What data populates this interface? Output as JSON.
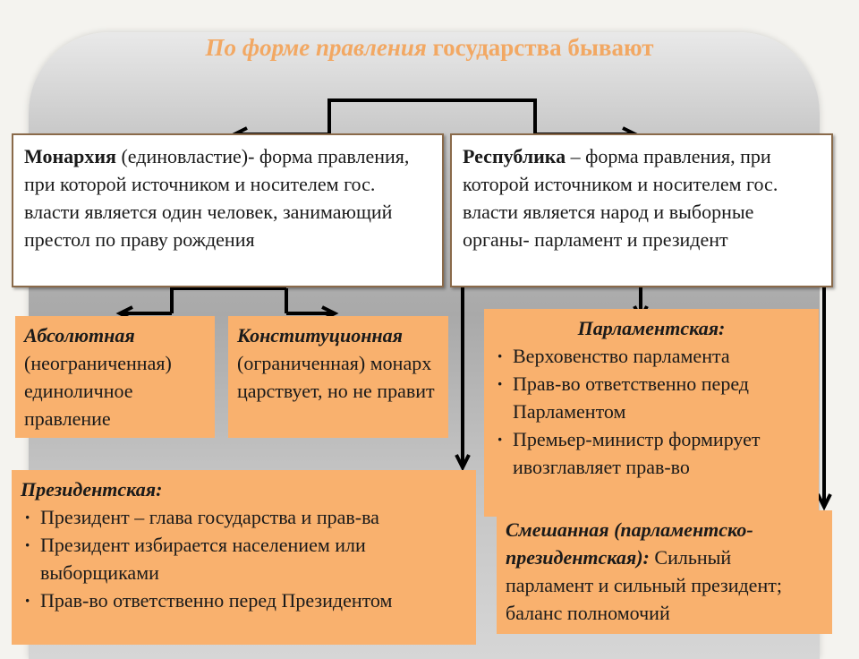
{
  "title": {
    "part1": "По форме правления",
    "part2": " государства бывают"
  },
  "monarchy": {
    "term": "Монархия",
    "definition": " (единовластие)- форма правления, при которой источником и носителем гос. власти является один человек, занимающий престол по праву рождения"
  },
  "republic": {
    "term": "Республика",
    "definition": " – форма правления, при которой источником и носителем гос. власти является народ и выборные органы- парламент и президент"
  },
  "absolute": {
    "term": "Абсолютная",
    "description": "(неограниченная) единоличное правление"
  },
  "constitutional": {
    "term": "Конституционная",
    "description": "(ограниченная) монарх царствует, но не правит"
  },
  "parliamentary": {
    "term": "Парламентская:",
    "bullets": [
      "Верховенство парламента",
      "Прав-во ответственно перед Парламентом",
      "Премьер-министр формирует ивозглавляет прав-во"
    ]
  },
  "presidential": {
    "term": "Президентская:",
    "bullets": [
      "Президент – глава государства и прав-ва",
      "Президент избирается населением или выборщиками",
      "Прав-во ответственно перед Президентом"
    ]
  },
  "mixed": {
    "term": "Смешанная (парламентско-президентская):",
    "description": " Сильный парламент и сильный президент; баланс полномочий"
  }
}
